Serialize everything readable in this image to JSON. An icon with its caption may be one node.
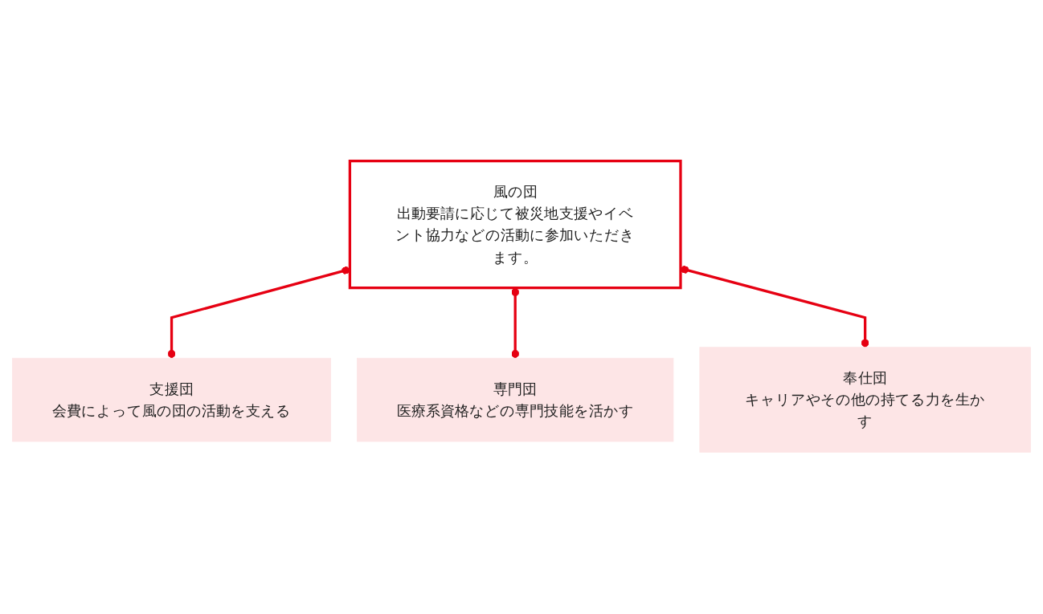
{
  "diagram": {
    "nodes": [
      {
        "text": [
          "風の団",
          "出動要請に応じて被災地支援やイベント協力などの活動に参加いただきます。"
        ]
      },
      {
        "text": [
          "支援団",
          "会費によって風の団の活動を支える"
        ]
      },
      {
        "text": [
          "専門団",
          "医療系資格などの専門技能を活かす"
        ]
      },
      {
        "text": [
          "奉仕団",
          "キャリアやその他の持てる力を生かす"
        ]
      }
    ],
    "edges": [
      {
        "from": 0,
        "to": 1,
        "arrow": "other"
      },
      {
        "from": 0,
        "to": 2,
        "arrow": "other"
      },
      {
        "from": 0,
        "to": 3,
        "arrow": "other"
      }
    ]
  }
}
